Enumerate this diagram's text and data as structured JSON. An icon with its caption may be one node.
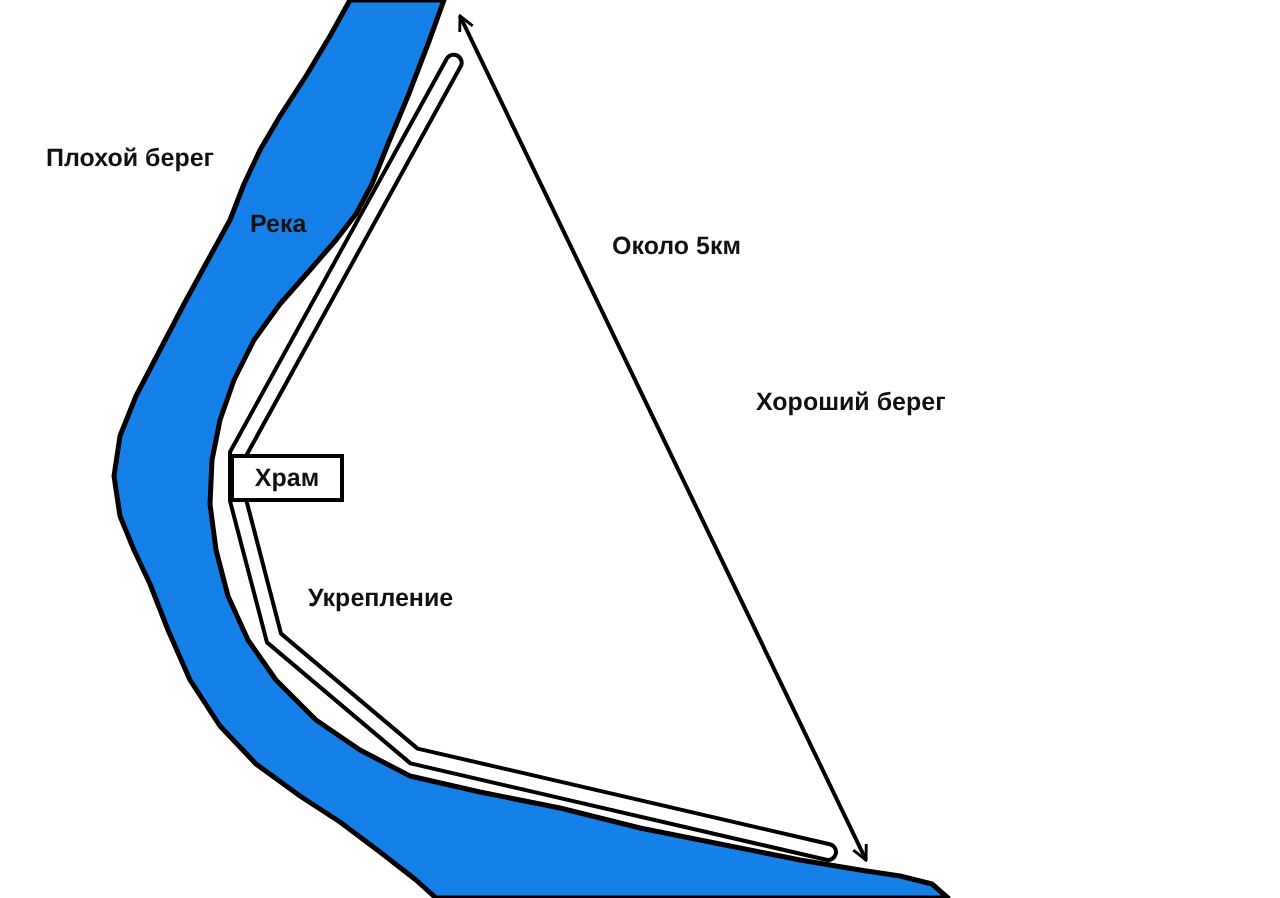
{
  "diagram": {
    "nodes": [
      {
        "text": [
          "Храм"
        ]
      }
    ],
    "labels": [
      "Плохой берег",
      "Река",
      "Около 5км",
      "Хороший берег",
      "Укрепление"
    ]
  }
}
